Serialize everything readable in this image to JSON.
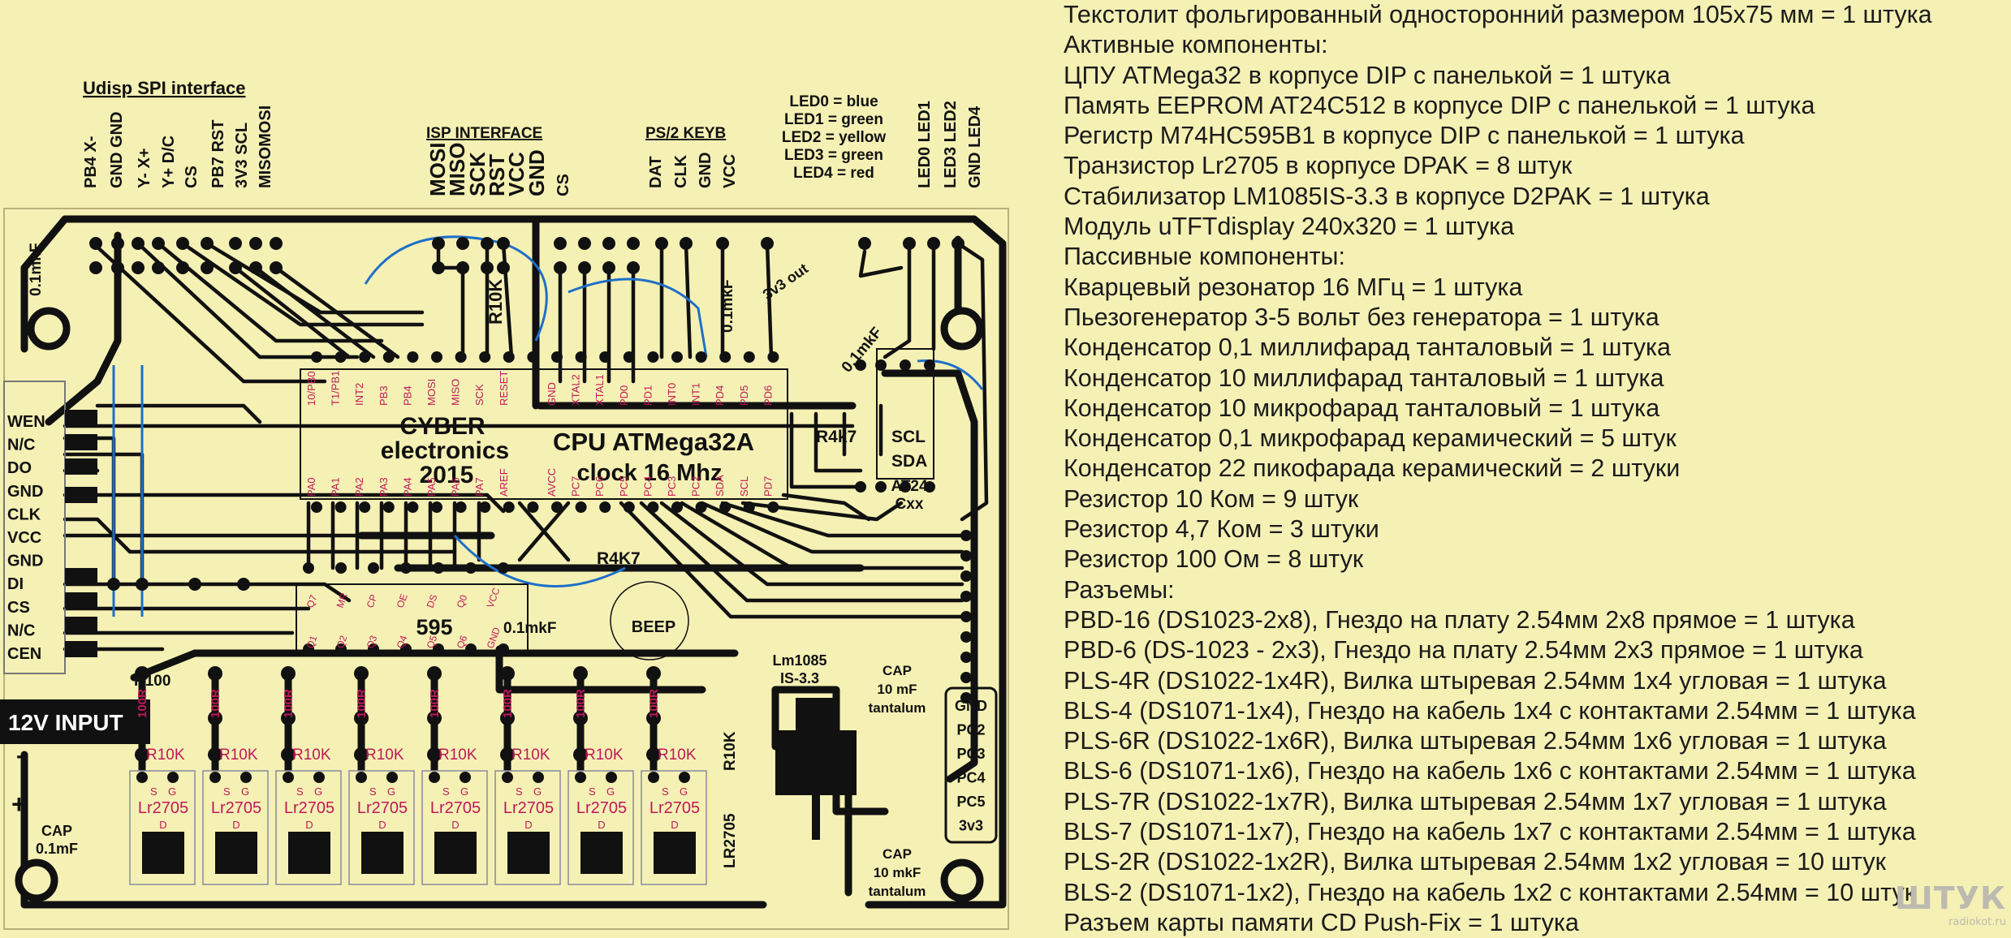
{
  "board": {
    "udisp_title": "Udisp SPI interface",
    "udisp_pins": [
      "PB4 X-",
      "GND GND",
      "Y- X+",
      "Y+ D/C",
      "CS",
      "PB7 RST",
      "3V3 SCL",
      "MISOMOSI"
    ],
    "isp_title": "ISP INTERFACE",
    "isp_pins": [
      "MOSI",
      "MISO",
      "SCK",
      "RST",
      "VCC",
      "GND",
      "CS"
    ],
    "ps2_title": "PS/2 KEYB",
    "ps2_pins": [
      "DAT",
      "CLK",
      "GND",
      "VCC"
    ],
    "led_legend": [
      "LED0 = blue",
      "LED1 = green",
      "LED2 = yellow",
      "LED3 = green",
      "LED4 = red"
    ],
    "led_pins": [
      "LED0 LED1",
      "LED3 LED2",
      "GND LED4"
    ],
    "cap_top_left": "0.1mkF",
    "sd_pins": [
      "WEN",
      "N/C",
      "DO",
      "GND",
      "CLK",
      "VCC",
      "GND",
      "DI",
      "CS",
      "N/C",
      "CEN"
    ],
    "cyber_line1": "CYBER",
    "cyber_line2": "electronics",
    "cyber_line3": "2015",
    "cpu_line1": "CPU ATMega32A",
    "cpu_line2": "clock 16 Mhz",
    "mcu_top_pins": [
      "10/PB0",
      "T1/PB1",
      "INT2",
      "PB3",
      "PB4",
      "MOSI",
      "MISO",
      "SCK",
      "RESET",
      "",
      "GND",
      "XTAL2",
      "XTAL1",
      "PD0",
      "PD1",
      "INT0",
      "INT1",
      "PD4",
      "PD5",
      "PD6"
    ],
    "mcu_bottom_pins": [
      "PA0",
      "PA1",
      "PA2",
      "PA3",
      "PA4",
      "PA5",
      "PA6",
      "PA7",
      "AREF",
      "",
      "AVCC",
      "PC7",
      "PC6",
      "PC5",
      "PC4",
      "PC3",
      "PC2",
      "SDA",
      "SCL",
      "PD7"
    ],
    "r10k_top": "R10K",
    "cap_mid_top": "0.1mkF",
    "v3v3_out": "3v3 out",
    "cap_right": "0.1mkF",
    "r4k7_right": "R4k7",
    "scl": "SCL",
    "sda": "SDA",
    "at24_line1": "AT24",
    "at24_line2": "Cxx",
    "r4k7_mid": "R4K7",
    "cap_mid": "0.1mkF",
    "beep": "BEEP",
    "hc595": "595",
    "hc595_pins": [
      "Q7",
      "MR",
      "CP",
      "OE",
      "DS",
      "Q0",
      "VCC",
      "Q1",
      "Q2",
      "Q3",
      "Q4",
      "Q5",
      "Q6",
      "GND"
    ],
    "r100": "R100",
    "res_100": "100R",
    "res_10k": "R10K",
    "transistor": "Lr2705",
    "pin_s": "S",
    "pin_g": "G",
    "pin_d": "D",
    "lm1085_line1": "Lm1085",
    "lm1085_line2": "IS-3.3",
    "lr2705_vertical": "LR2705",
    "r10k_vertical": "R10K",
    "cap_10mf_line1": "CAP",
    "cap_10mf_line2": "10 mF",
    "cap_10mf_line3": "tantalum",
    "cap_10mkf_line1": "CAP",
    "cap_10mkf_line2": "10 mkF",
    "cap_10mkf_line3": "tantalum",
    "input_12v": "12V INPUT",
    "minus": "-",
    "plus": "+",
    "cap_input_line1": "CAP",
    "cap_input_line2": "0.1mF",
    "port_pins": [
      "GND",
      "PC2",
      "PC3",
      "PC4",
      "PC5",
      "3v3"
    ]
  },
  "bom": [
    "Текстолит фольгированный односторонний размером 105х75 мм = 1 штука",
    "Активные компоненты:",
    "ЦПУ ATMega32 в корпусе DIP с панелькой = 1 штука",
    "Память EEPROM AT24C512 в корпусе DIP с панелькой = 1 штука",
    "Регистр M74HC595B1 в корпусе DIP с панелькой = 1 штука",
    "Транзистор Lr2705 в корпусе DPAK = 8 штук",
    "Стабилизатор LM1085IS-3.3 в корпусе D2PAK = 1 штука",
    "Модуль uTFTdisplay 240х320 = 1 штука",
    "Пассивные компоненты:",
    "Кварцевый резонатор 16 МГц = 1 штука",
    "Пьезогенератор 3-5 вольт без генератора = 1 штука",
    "Конденсатор 0,1 миллифарад танталовый = 1 штука",
    "Конденсатор 10 миллифарад танталовый = 1 штука",
    "Конденсатор 10 микрофарад танталовый = 1 штука",
    "Конденсатор 0,1 микрофарад керамический = 5 штук",
    "Конденсатор 22 пикофарада керамический = 2 штуки",
    "Резистор 10 Ком = 9 штук",
    "Резистор 4,7 Ком = 3 штуки",
    "Резистор 100 Ом = 8 штук",
    "Разъемы:",
    "PBD-16 (DS1023-2х8), Гнездо на плату 2.54мм 2х8 прямое = 1 штука",
    "PBD-6 (DS-1023 - 2х3), Гнездо на плату 2.54мм 2х3 прямое = 1 штука",
    "PLS-4R (DS1022-1х4R), Вилка штыревая 2.54мм 1х4 угловая = 1 штука",
    "BLS-4 (DS1071-1х4), Гнездо на кабель 1х4 с контактами 2.54мм = 1 штука",
    "PLS-6R (DS1022-1х6R), Вилка штыревая 2.54мм 1х6 угловая = 1 штука",
    "BLS-6 (DS1071-1х6), Гнездо на кабель 1х6 с контактами 2.54мм = 1 штука",
    "PLS-7R (DS1022-1х7R), Вилка штыревая 2.54мм 1х7 угловая = 1 штука",
    "BLS-7 (DS1071-1х7), Гнездо на кабель 1х7 с контактами 2.54мм = 1 штука",
    "PLS-2R (DS1022-1х2R), Вилка штыревая 2.54мм 1х2 угловая = 10 штук",
    "BLS-2 (DS1071-1х2), Гнездо на кабель 1х2 с контактами 2.54мм = 10 штук",
    "Разъем карты памяти CD Push-Fix = 1 штука"
  ],
  "watermark_main": "ШТУК",
  "watermark_sub": "radiokot.ru",
  "colors": {
    "background": "#f5f1b4",
    "trace": "#111111",
    "jumper": "#1f6fc9",
    "silk": "#c0185a"
  }
}
